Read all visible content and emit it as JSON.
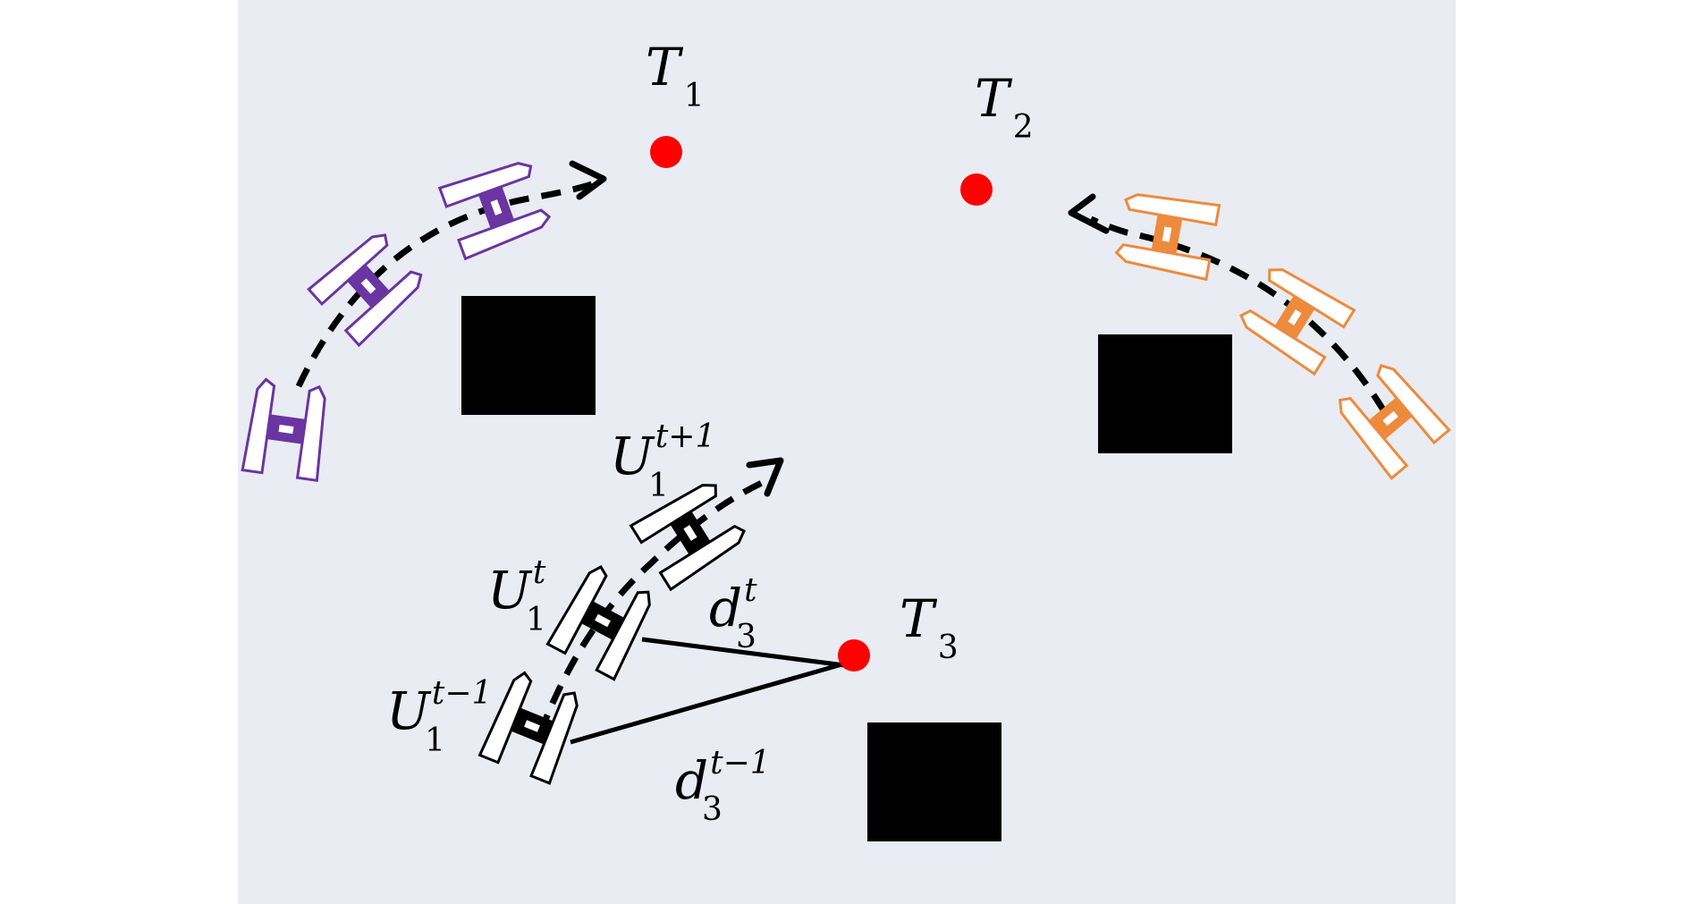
{
  "colors": {
    "background": "#e9ecf2",
    "target": "#ff0000",
    "obstacle": "#000000",
    "agent_purple": "#6a35a0",
    "agent_orange": "#ee8a3c",
    "agent_black": "#000000",
    "path": "#000000"
  },
  "targets": [
    {
      "name": "T",
      "sub": "1",
      "sup": ""
    },
    {
      "name": "T",
      "sub": "2",
      "sup": ""
    },
    {
      "name": "T",
      "sub": "3",
      "sup": ""
    }
  ],
  "agent_labels": [
    {
      "name": "U",
      "sub": "1",
      "sup": "t+1"
    },
    {
      "name": "U",
      "sub": "1",
      "sup": "t"
    },
    {
      "name": "U",
      "sub": "1",
      "sup": "t−1"
    }
  ],
  "distance_labels": [
    {
      "name": "d",
      "sub": "3",
      "sup": "t"
    },
    {
      "name": "d",
      "sub": "3",
      "sup": "t−1"
    }
  ]
}
